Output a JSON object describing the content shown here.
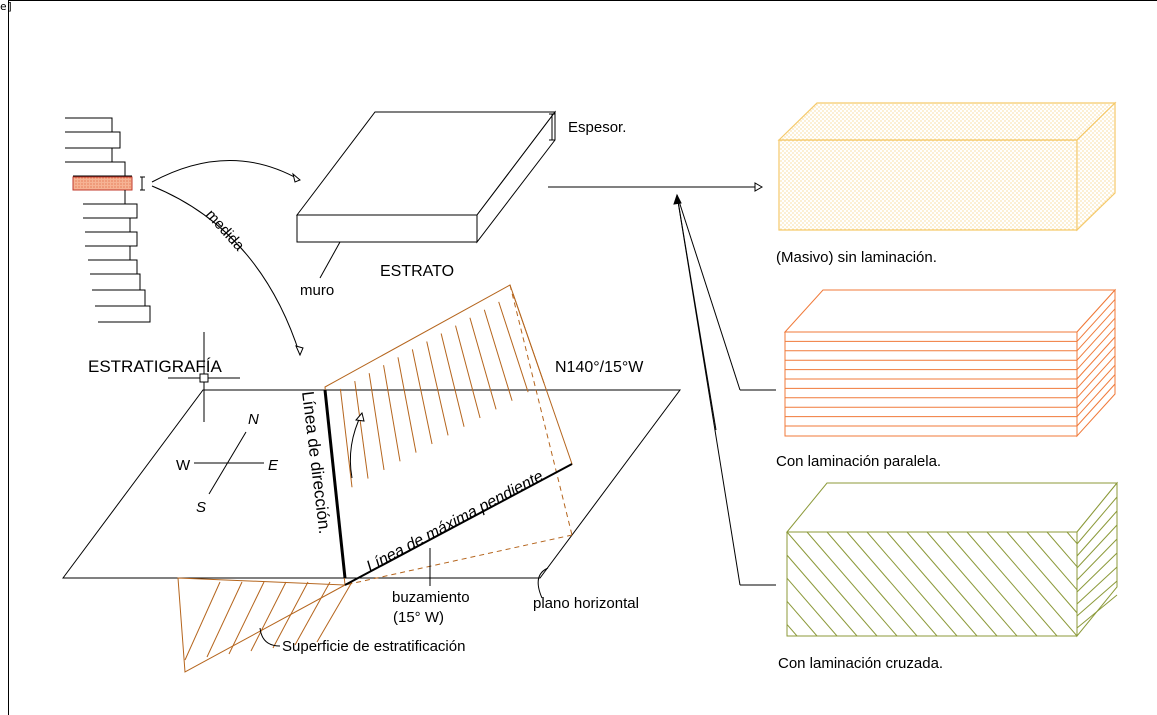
{
  "corner_mark": "e]",
  "labels": {
    "espesor": "Espesor.",
    "estrato": "ESTRATO",
    "muro": "muro",
    "medida": "medida",
    "estratigrafia": "ESTRATIGRAFÍA",
    "orientation": "N140°/15°W",
    "linea_direccion": "Línea de dirección.",
    "linea_pendiente": "Línea de máxima pendiente",
    "buzamiento": "buzamiento",
    "buzamiento_value": "(15° W)",
    "plano_horizontal": "plano horizontal",
    "superficie": "Superficie de estratificación",
    "masivo": "(Masivo) sin laminación.",
    "paralela": "Con laminación paralela.",
    "cruzada": "Con laminación cruzada."
  },
  "compass": {
    "n": "N",
    "s": "S",
    "e": "E",
    "w": "W"
  },
  "colors": {
    "masivo": "#f5c96a",
    "paralela": "#f07a3a",
    "cruzada": "#8c9a3a",
    "bedding": "#b5651d",
    "layer_fill": "#f2a07b"
  }
}
